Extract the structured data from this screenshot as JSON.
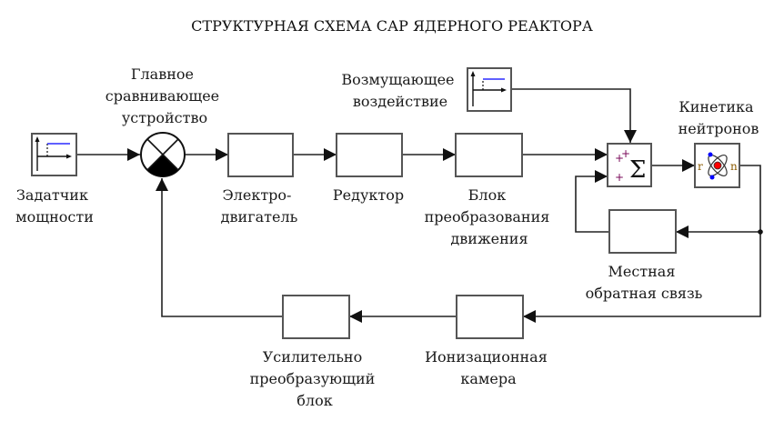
{
  "title": "СТРУКТУРНАЯ СХЕМА САР ЯДЕРНОГО РЕАКТОРА",
  "colors": {
    "line": "#222222",
    "block_border": "#555555",
    "step_signal": "#2b2bff",
    "atom_nucleus": "#ff0000",
    "atom_electron": "#0000ff",
    "plus_sign": "#7a0a5a"
  },
  "blocks": {
    "setpoint": {
      "label": [
        "Задатчик",
        "мощности"
      ],
      "icon": "step-source-icon"
    },
    "comparator": {
      "label": [
        "Главное",
        "сравнивающее",
        "устройство"
      ],
      "icon": "summing-junction-icon"
    },
    "motor": {
      "label": [
        "Электро-",
        "двигатель"
      ]
    },
    "reducer": {
      "label": [
        "Редуктор"
      ]
    },
    "motion_converter": {
      "label": [
        "Блок",
        "преобразования",
        "движения"
      ]
    },
    "disturbance": {
      "label": [
        "Возмущающее",
        "воздействие"
      ],
      "icon": "step-source-icon"
    },
    "sum": {
      "symbol": "Σ",
      "signs": [
        "+",
        "+",
        "+"
      ],
      "icon": "sum-icon"
    },
    "kinetics": {
      "label": [
        "Кинетика",
        "нейтронов"
      ],
      "port_in": "r",
      "port_out": "n",
      "icon": "atom-icon"
    },
    "local_feedback": {
      "label": [
        "Местная",
        "обратная связь"
      ]
    },
    "ion_chamber": {
      "label": [
        "Ионизационная",
        "камера"
      ]
    },
    "amplifier": {
      "label": [
        "Усилительно",
        "преобразующий",
        "блок"
      ]
    }
  }
}
